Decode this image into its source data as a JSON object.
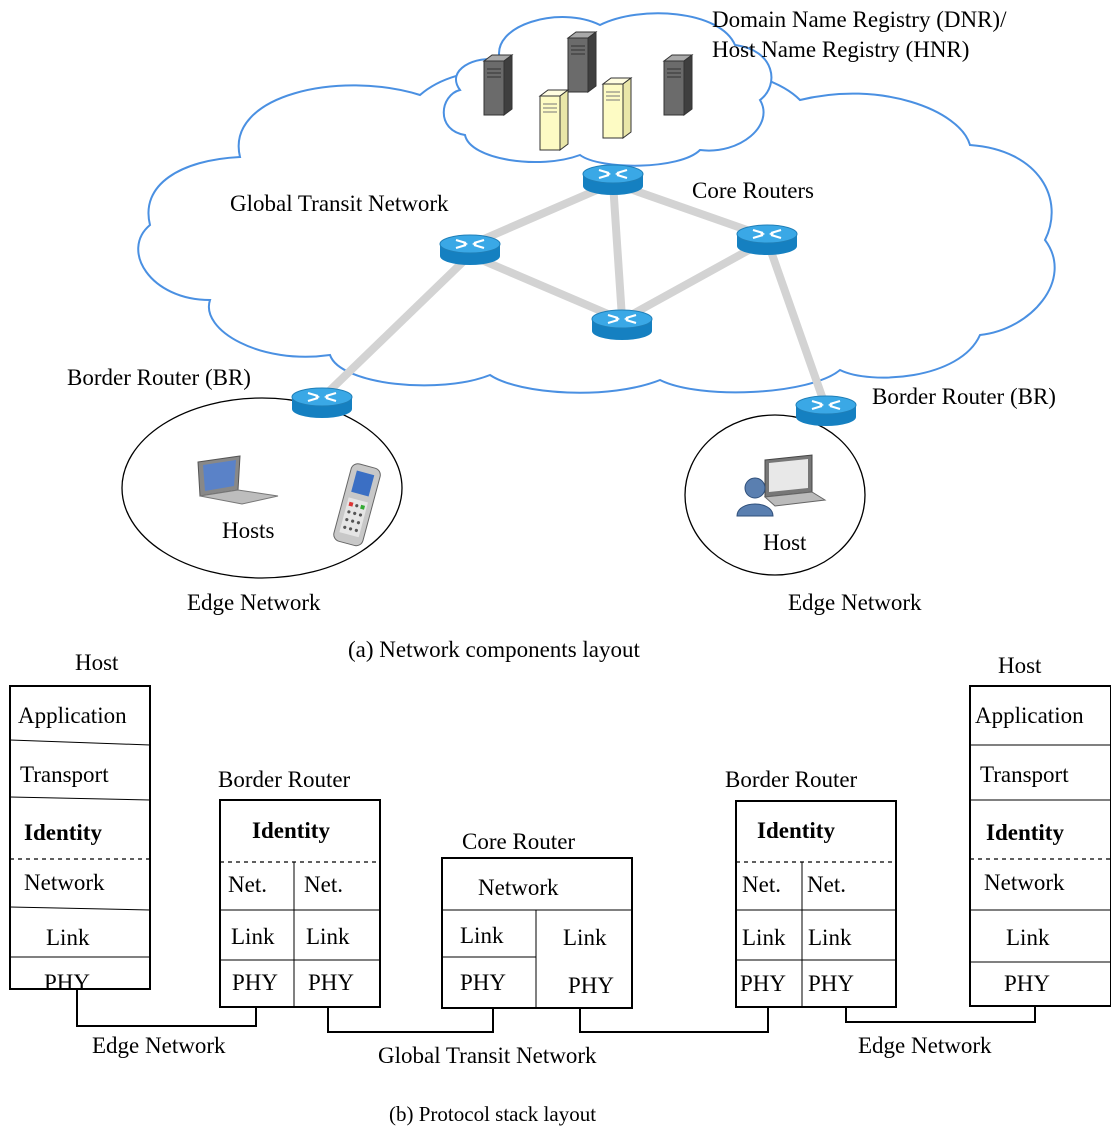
{
  "part_a": {
    "registry_line1": "Domain Name Registry (DNR)/",
    "registry_line2": "Host Name Registry (HNR)",
    "global_transit": "Global Transit Network",
    "core_routers": "Core Routers",
    "border_router_left": "Border Router (BR)",
    "border_router_right": "Border Router (BR)",
    "hosts_label": "Hosts",
    "host_label": "Host",
    "edge_network_left": "Edge Network",
    "edge_network_right": "Edge Network",
    "caption": "(a) Network components layout"
  },
  "part_b": {
    "host_left_title": "Host",
    "host_right_title": "Host",
    "host_layers": [
      "Application",
      "Transport",
      "Identity",
      "Network",
      "Link",
      "PHY"
    ],
    "border_router_title": "Border Router",
    "br_identity": "Identity",
    "br_net": "Net.",
    "br_link": "Link",
    "br_phy": "PHY",
    "core_router_title": "Core Router",
    "core_network": "Network",
    "core_link": "Link",
    "core_phy": "PHY",
    "edge_network_left": "Edge Network",
    "global_transit": "Global Transit Network",
    "edge_network_right": "Edge Network",
    "caption": "(b) Protocol stack layout"
  },
  "icons": {
    "server": "server-icon",
    "router": "router-icon",
    "laptop": "laptop-icon",
    "phone": "mobile-phone-icon",
    "user_laptop": "user-laptop-icon"
  },
  "colors": {
    "cloud_outline": "#4a90e2",
    "router_blue": "#1f8fcf",
    "link_gray": "#d3d3d3",
    "server_dark": "#6b6b6b",
    "server_light": "#fdfbc4"
  }
}
